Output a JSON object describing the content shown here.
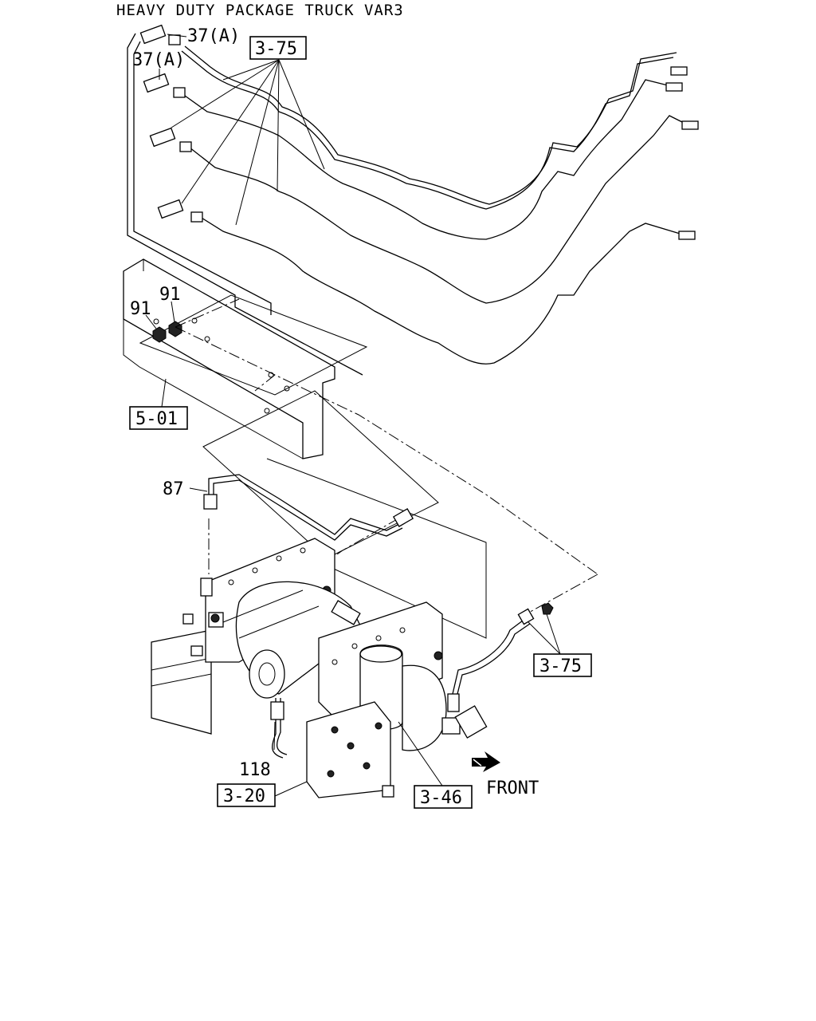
{
  "title": "HEAVY DUTY PACKAGE TRUCK VAR3",
  "callouts": {
    "part_37a_top": "37(A)",
    "part_37a_mid": "37(A)",
    "part_91_a": "91",
    "part_91_b": "91",
    "part_87": "87",
    "part_118": "118"
  },
  "references": {
    "ref_375_top": "3-75",
    "ref_501": "5-01",
    "ref_375_right": "3-75",
    "ref_320": "3-20",
    "ref_346": "3-46"
  },
  "direction": {
    "label": "FRONT",
    "icon": "arrow-right-icon"
  }
}
